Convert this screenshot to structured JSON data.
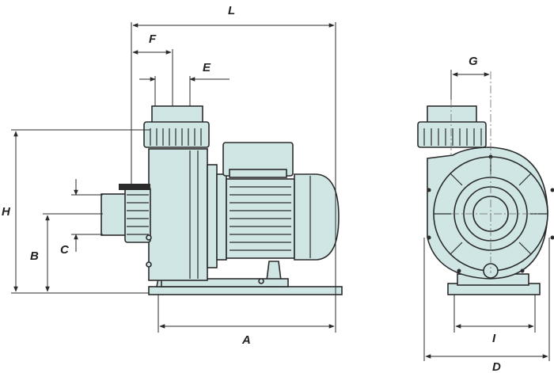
{
  "dimensions": {
    "L": "L",
    "F": "F",
    "E": "E",
    "H": "H",
    "B": "B",
    "C": "C",
    "A": "A",
    "G": "G",
    "I": "I",
    "D": "D"
  },
  "colors": {
    "body": "#cfe6e4",
    "outline": "#2b2b2b"
  }
}
